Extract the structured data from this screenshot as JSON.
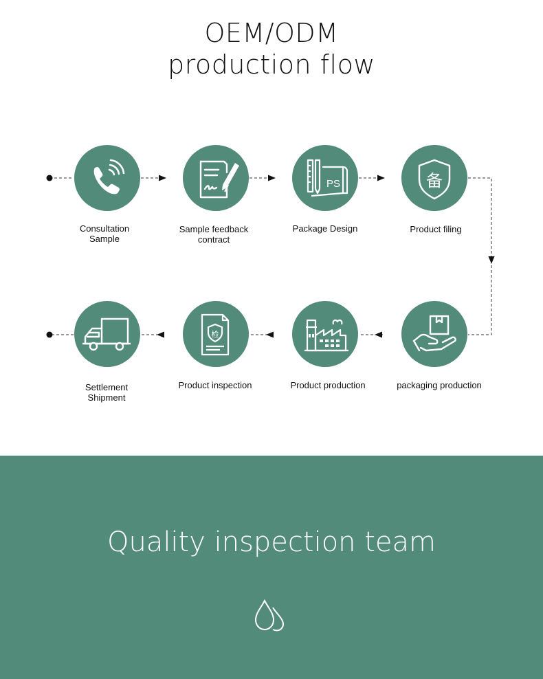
{
  "header": {
    "title_line1": "OEM/ODM",
    "title_line2": "production flow"
  },
  "steps": [
    {
      "line1": "Consultation",
      "line2": "Sample",
      "icon": "phone-icon"
    },
    {
      "line1": "Sample feedback",
      "line2": "contract",
      "icon": "contract-sign-icon"
    },
    {
      "line1": "Package Design",
      "line2": "",
      "icon": "design-ps-icon"
    },
    {
      "line1": "Product filing",
      "line2": "",
      "icon": "filing-shield-icon",
      "glyph": "备"
    },
    {
      "line1": "packaging production",
      "line2": "",
      "icon": "box-hand-icon"
    },
    {
      "line1": "Product production",
      "line2": "",
      "icon": "factory-icon"
    },
    {
      "line1": "Product inspection",
      "line2": "",
      "icon": "inspection-document-icon",
      "glyph": "检"
    },
    {
      "line1": "Settlement",
      "line2": "Shipment",
      "icon": "truck-icon"
    }
  ],
  "section": {
    "title": "Quality inspection team",
    "icon": "water-drops-icon"
  },
  "colors": {
    "accent": "#528b79",
    "background": "#ffffff",
    "text": "#111111"
  }
}
